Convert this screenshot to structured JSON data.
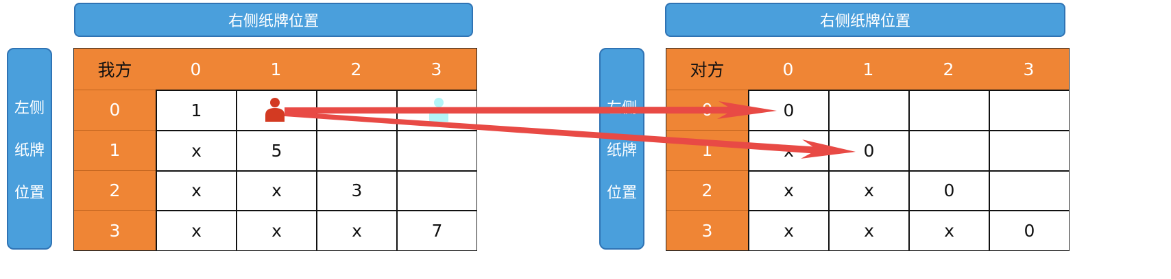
{
  "left": {
    "banner": "右侧纸牌位置",
    "side_label": [
      "左侧",
      "纸牌",
      "位置"
    ],
    "corner": "我方",
    "col_headers": [
      "0",
      "1",
      "2",
      "3"
    ],
    "row_headers": [
      "0",
      "1",
      "2",
      "3"
    ],
    "cells": [
      [
        "1",
        "",
        "",
        ""
      ],
      [
        "x",
        "5",
        "",
        ""
      ],
      [
        "x",
        "x",
        "3",
        ""
      ],
      [
        "x",
        "x",
        "x",
        "7"
      ]
    ]
  },
  "right": {
    "banner": "右侧纸牌位置",
    "side_label": [
      "左侧",
      "纸牌",
      "位置"
    ],
    "corner": "对方",
    "col_headers": [
      "0",
      "1",
      "2",
      "3"
    ],
    "row_headers": [
      "0",
      "1",
      "2",
      "3"
    ],
    "cells": [
      [
        "0",
        "",
        "",
        ""
      ],
      [
        "x",
        "0",
        "",
        ""
      ],
      [
        "x",
        "x",
        "0",
        ""
      ],
      [
        "x",
        "x",
        "x",
        "0"
      ]
    ]
  },
  "colors": {
    "header": "#ef8535",
    "label": "#4a9fdc",
    "arrow": "#e84a45",
    "person": "#d33a22",
    "person_ghost": "#b3f5f8"
  }
}
